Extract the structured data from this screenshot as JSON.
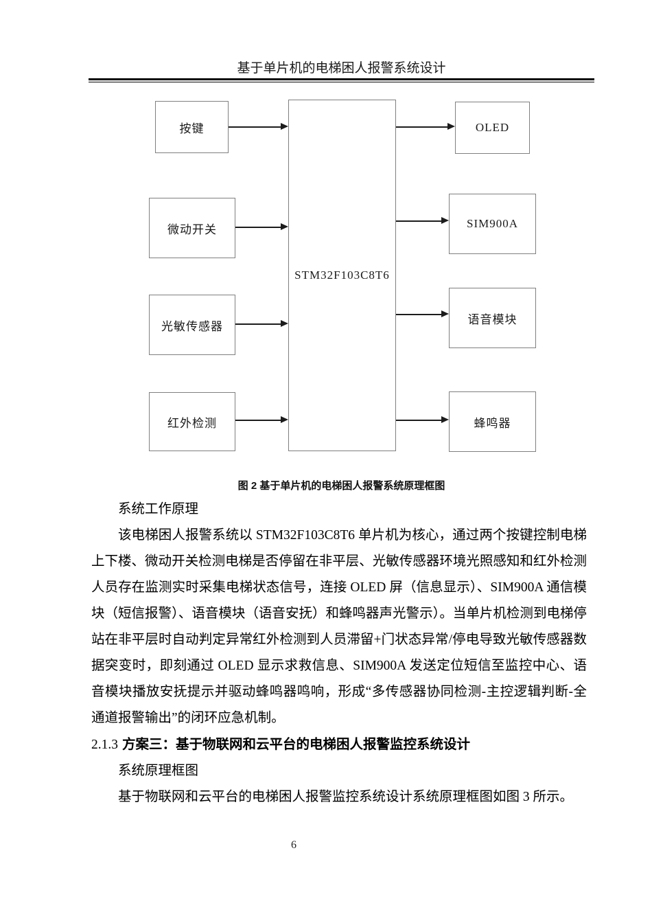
{
  "header": {
    "title": "基于单片机的电梯困人报警系统设计"
  },
  "diagram": {
    "center_label": "STM32F103C8T6",
    "inputs": [
      "按键",
      "微动开关",
      "光敏传感器",
      "红外检测"
    ],
    "outputs": [
      "OLED",
      "SIM900A",
      "语音模块",
      "蜂鸣器"
    ],
    "caption": "图 2 基于单片机的电梯困人报警系统原理框图"
  },
  "body": {
    "para_principle_title": "系统工作原理",
    "para_principle": "该电梯困人报警系统以 STM32F103C8T6 单片机为核心，通过两个按键控制电梯上下楼、微动开关检测电梯是否停留在非平层、光敏传感器环境光照感知和红外检测人员存在监测实时采集电梯状态信号，连接 OLED 屏（信息显示）、SIM900A 通信模块（短信报警）、语音模块（语音安抚）和蜂鸣器声光警示）。当单片机检测到电梯停站在非平层时自动判定异常红外检测到人员滞留+门状态异常/停电导致光敏传感器数据突变时，即刻通过 OLED 显示求救信息、SIM900A 发送定位短信至监控中心、语音模块播放安抚提示并驱动蜂鸣器鸣响，形成“多传感器协同检测-主控逻辑判断-全通道报警输出”的闭环应急机制。",
    "heading_number": "2.1.3",
    "heading_text": "方案三：基于物联网和云平台的电梯困人报警监控系统设计",
    "para_frame_title": "系统原理框图",
    "para_frame": "基于物联网和云平台的电梯困人报警监控系统设计系统原理框图如图 3 所示。"
  },
  "page": {
    "number": "6"
  },
  "colors": {
    "box_border": "#7f7f7f",
    "arrow": "#1c1c1c",
    "text": "#000000"
  }
}
